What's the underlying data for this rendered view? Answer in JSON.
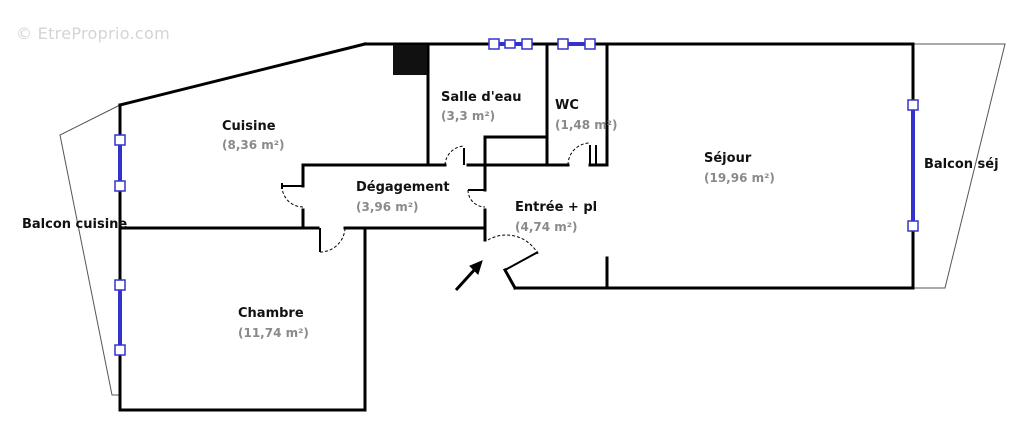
{
  "watermark": "© EtreProprio.com",
  "rooms": [
    {
      "id": "cuisine",
      "name": "Cuisine",
      "area": "(8,36 m²)"
    },
    {
      "id": "salle-deau",
      "name": "Salle d'eau",
      "area": "(3,3 m²)"
    },
    {
      "id": "wc",
      "name": "WC",
      "area": "(1,48 m²)"
    },
    {
      "id": "sejour",
      "name": "Séjour",
      "area": "(19,96 m²)"
    },
    {
      "id": "degagement",
      "name": "Dégagement",
      "area": "(3,96 m²)"
    },
    {
      "id": "entree",
      "name": "Entrée + pl",
      "area": "(4,74 m²)"
    },
    {
      "id": "chambre",
      "name": "Chambre",
      "area": "(11,74 m²)"
    }
  ],
  "balconies": {
    "cuisine": "Balcon cuisine",
    "sejour": "Balcon séj"
  },
  "colors": {
    "wall": "#000000",
    "window": "#3333cc",
    "area_text": "#8a8a8a",
    "balcony_outline": "#555555"
  },
  "icons": {
    "entry_marker": "arrow-icon",
    "duct": "black-square"
  }
}
